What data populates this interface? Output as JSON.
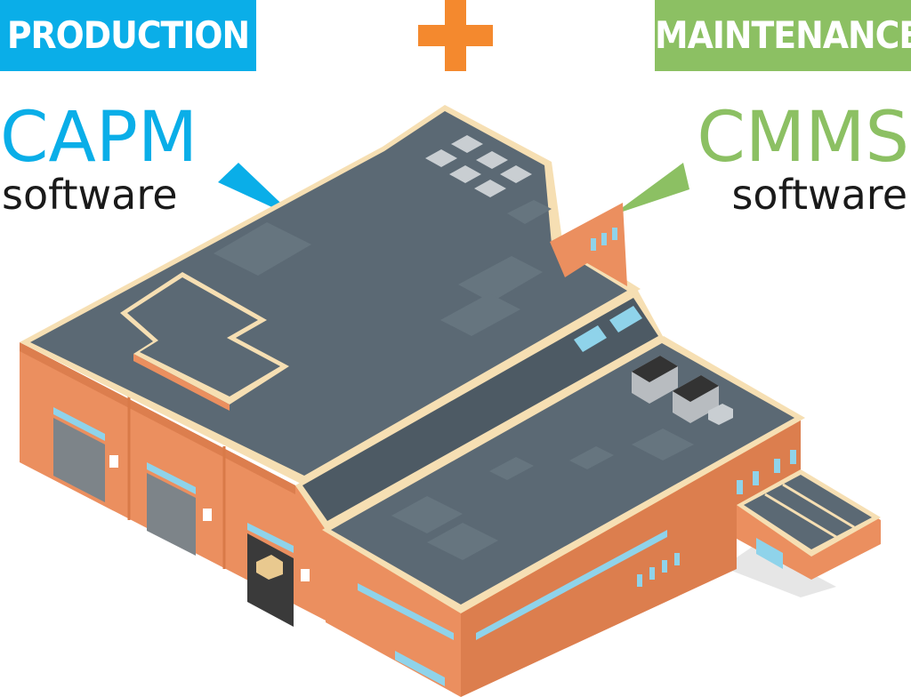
{
  "left": {
    "badge": "PRODUCTION",
    "title": "CAPM",
    "subtitle": "software",
    "color": "#0aaee8"
  },
  "right": {
    "badge": "MAINTENANCE",
    "title": "CMMS",
    "subtitle": "software",
    "color": "#8cc063"
  },
  "plus_color": "#f4892e",
  "building_colors": {
    "roof": "#5b6974",
    "roof_dark": "#4d5a64",
    "roof_patch": "#66757f",
    "trim": "#f6dfb3",
    "wall": "#eb8f5f",
    "wall_dark": "#dc7e4e",
    "window": "#8fd3ea",
    "door": "#7a7a7a"
  }
}
